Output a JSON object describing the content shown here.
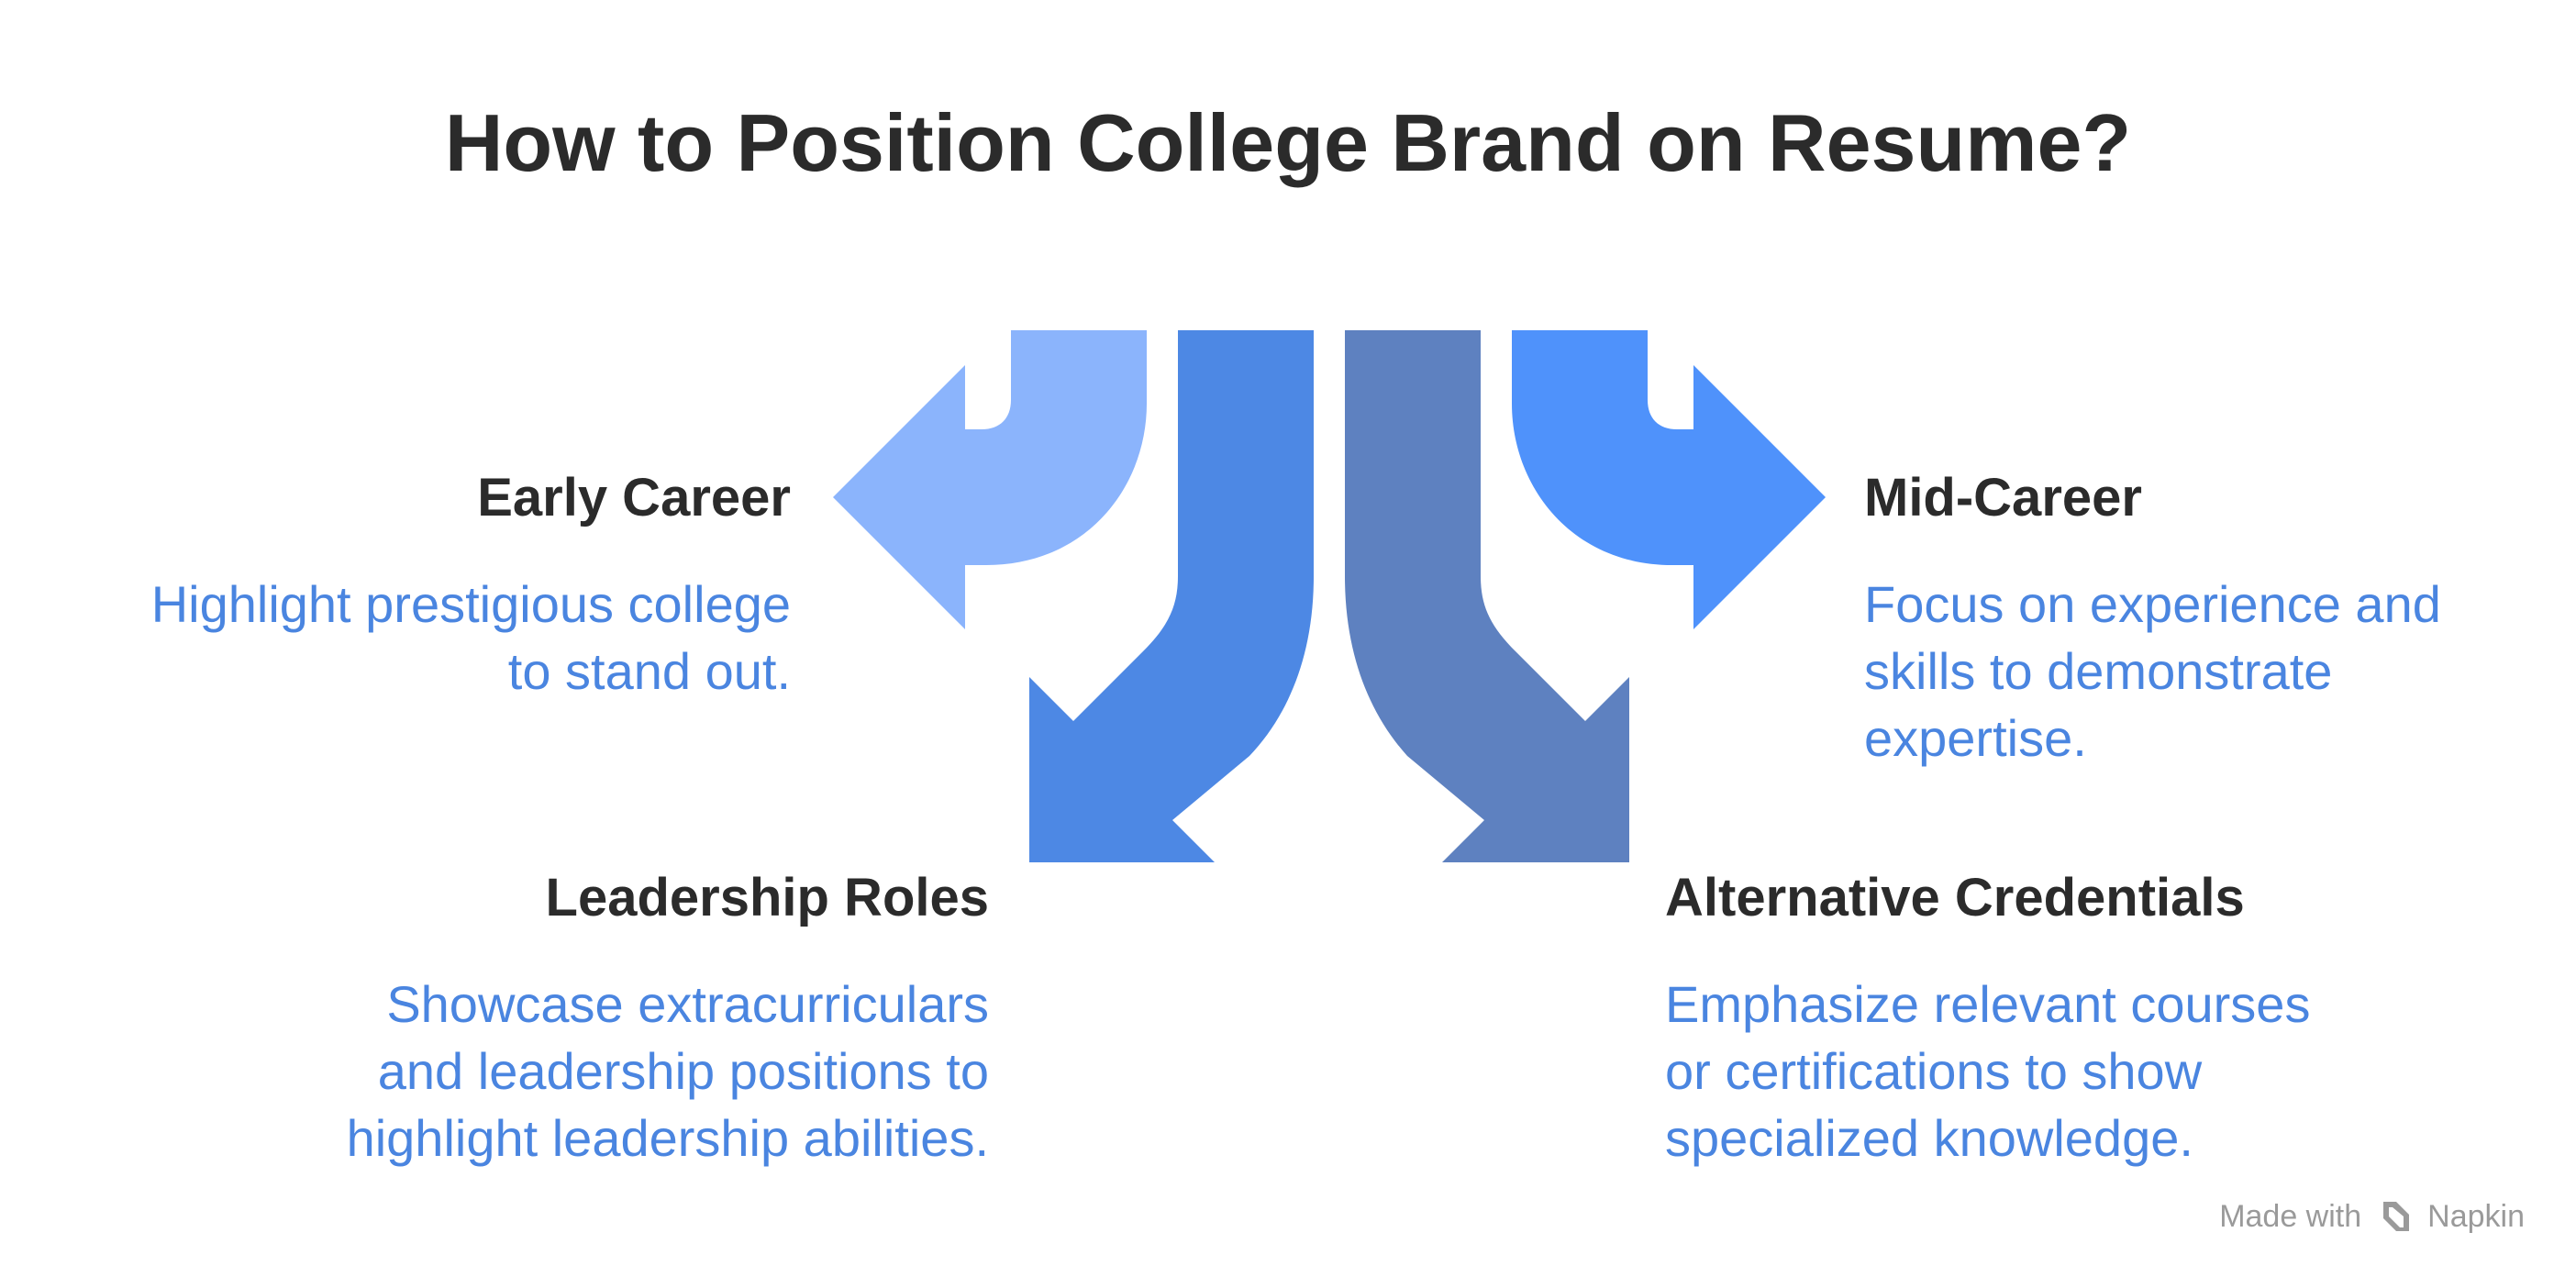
{
  "title": "How to Position College Brand on Resume?",
  "colors": {
    "title": "#2b2b2b",
    "description": "#4a85e0",
    "arrow_early": "#8bb4fc",
    "arrow_leadership": "#4d88e4",
    "arrow_alternative": "#5e81c0",
    "arrow_mid": "#4f92fb",
    "brand": "#9a9a9a"
  },
  "items": {
    "early": {
      "heading": "Early Career",
      "lines": [
        "Highlight prestigious college",
        "to stand out."
      ]
    },
    "leadership": {
      "heading": "Leadership Roles",
      "lines": [
        "Showcase extracurriculars",
        "and leadership positions to",
        "highlight leadership abilities."
      ]
    },
    "mid": {
      "heading": "Mid-Career",
      "lines": [
        "Focus on experience and",
        "skills to demonstrate",
        "expertise."
      ]
    },
    "alternative": {
      "heading": "Alternative Credentials",
      "lines": [
        "Emphasize relevant courses",
        "or certifications to show",
        "specialized knowledge."
      ]
    }
  },
  "brand": {
    "made_with": "Made with",
    "name": "Napkin",
    "icon": "napkin-logo-icon"
  }
}
